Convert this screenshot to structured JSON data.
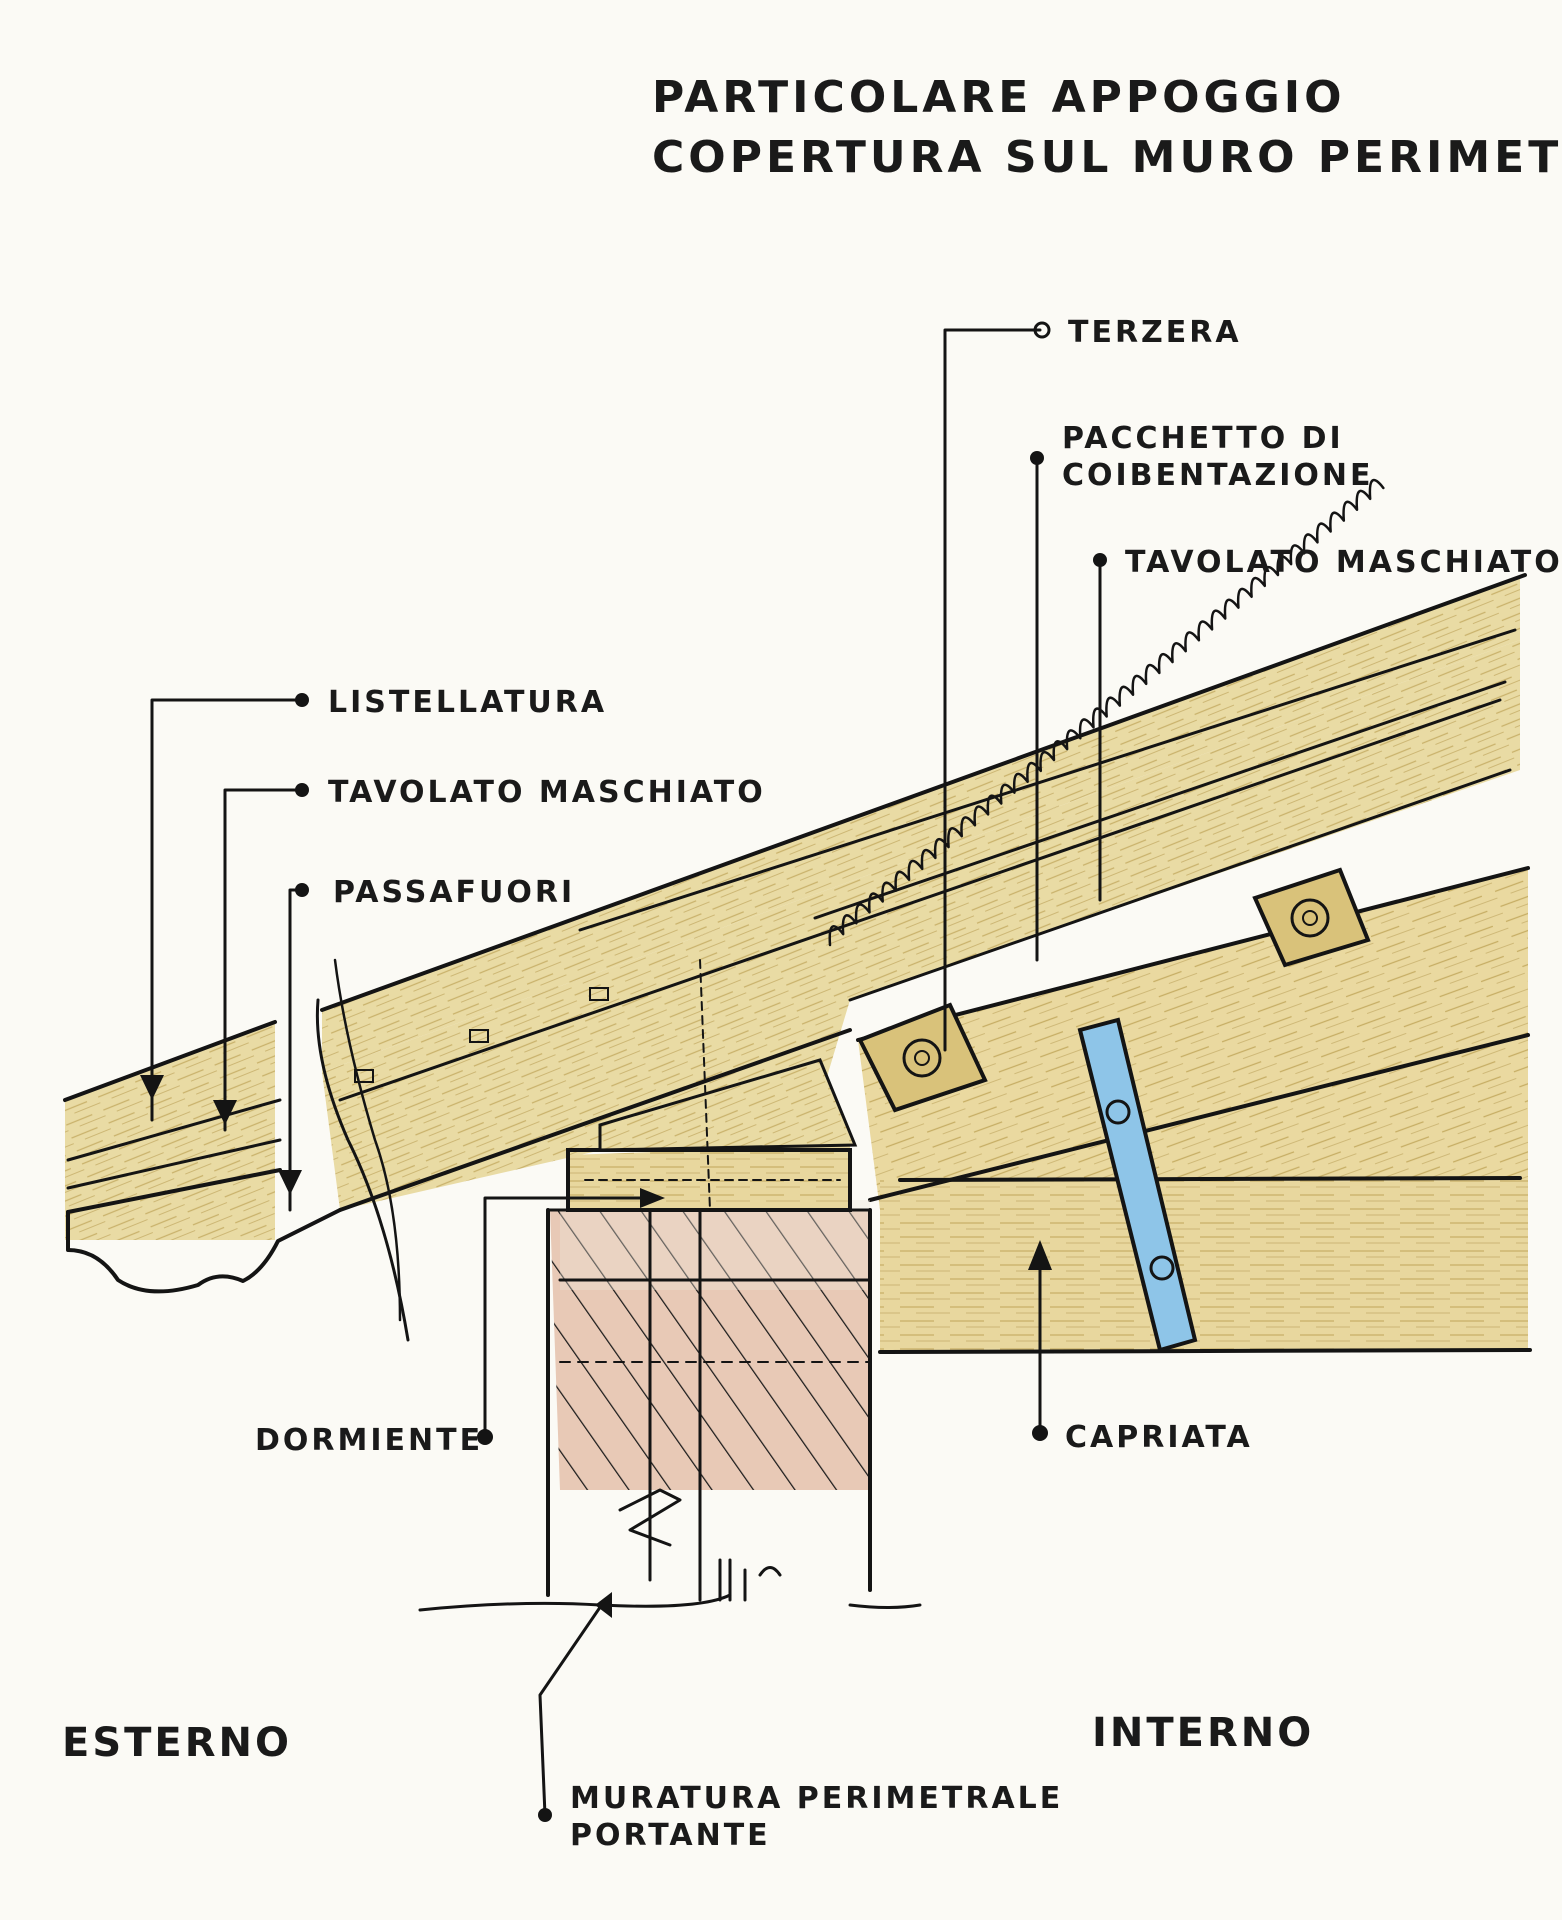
{
  "title": {
    "line1": "PARTICOLARE APPOGGIO",
    "line2": "COPERTURA SUL MURO PERIMETRALE"
  },
  "labels": {
    "terzera": "TERZERA",
    "pacchetto_line1": "PACCHETTO DI",
    "pacchetto_line2": "COIBENTAZIONE",
    "tavolato_upper": "TAVOLATO MASCHIATO",
    "listellatura": "LISTELLATURA",
    "tavolato_lower": "TAVOLATO MASCHIATO",
    "passafuori": "PASSAFUORI",
    "dormiente": "DORMIENTE",
    "capriata": "CAPRIATA",
    "muratura_line1": "MURATURA PERIMETRALE",
    "muratura_line2": "PORTANTE",
    "esterno": "ESTERNO",
    "interno": "INTERNO"
  },
  "colors": {
    "wood": "#e9dba4",
    "wood_dark": "#d9c27a",
    "masonry": "#e7c7b4",
    "metal_plate": "#8ec5e8",
    "ink": "#141414"
  }
}
